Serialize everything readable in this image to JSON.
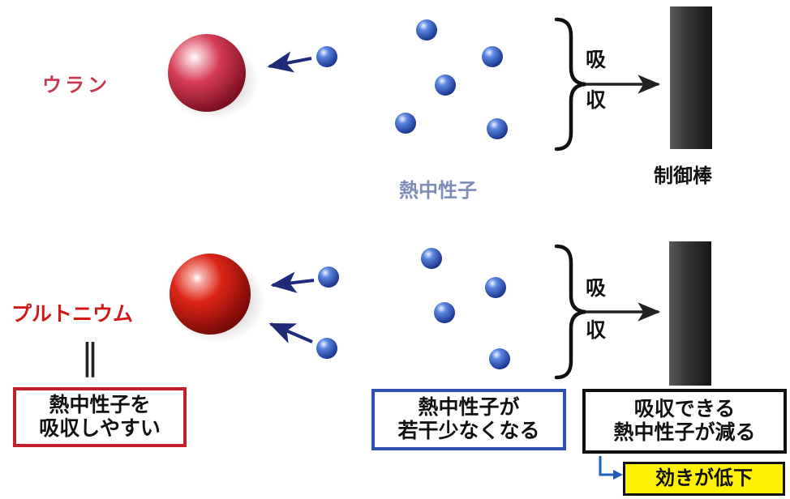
{
  "top_row": {
    "uranium_label": "ウラン",
    "neutrons_label": "熱中性子",
    "absorb_label_lines": [
      "吸",
      "収"
    ],
    "control_rod_label": "制御棒"
  },
  "bottom_row": {
    "plutonium_label": "プルトニウム",
    "equals_mark": "‖",
    "absorb_label_lines": [
      "吸",
      "収"
    ],
    "box_plutonium": [
      "熱中性子を",
      "吸収しやすい"
    ],
    "box_neutrons": [
      "熱中性子が",
      "若干少なくなる"
    ],
    "box_rod": [
      "吸収できる",
      "熱中性子が減る"
    ],
    "result_label": "効きが低下"
  },
  "colors": {
    "uranium_red": "#c8374e",
    "plutonium_red": "#d01818",
    "neutron_blue": "#2d5cc8",
    "arrow_navy": "#1f2a78",
    "rod_dark": "#2e2e2e",
    "box_red": "#c0202c",
    "box_blue": "#2f52b0",
    "box_black": "#111111",
    "result_yellow": "#fff200",
    "label_gray_blue": "#7e8bb8"
  }
}
